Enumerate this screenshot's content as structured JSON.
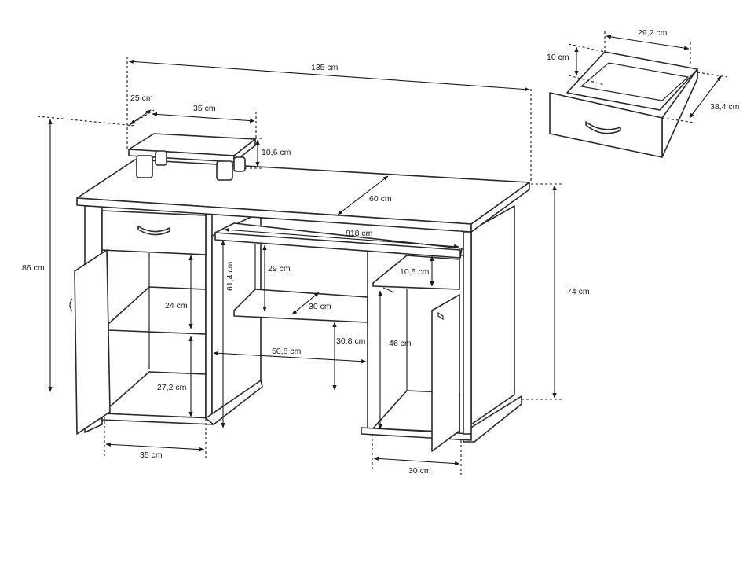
{
  "palette": {
    "line": "#2a2a2a",
    "paper": "#ffffff"
  },
  "dimensions": {
    "total_width": "135 cm",
    "total_height": "86 cm",
    "desk_height": "74 cm",
    "top_depth": "60 cm",
    "shelf_depth": "25 cm",
    "shelf_width": "35 cm",
    "shelf_height": "10,6 cm",
    "keyboard_tray": "818 cm",
    "left_space_upper": "24 cm",
    "left_space_lower": "27,2 cm",
    "left_width": "35 cm",
    "center_height": "61,4 cm",
    "upper_opening": "29 cm",
    "center_shelf_depth": "30 cm",
    "lower_opening": "30,8 cm",
    "knee_width": "50,8 cm",
    "right_top_opening": "10,5 cm",
    "right_cabinet_height": "46 cm",
    "right_width": "30 cm",
    "drawer_width": "29,2 cm",
    "drawer_height": "10 cm",
    "drawer_depth": "38,4 cm"
  }
}
